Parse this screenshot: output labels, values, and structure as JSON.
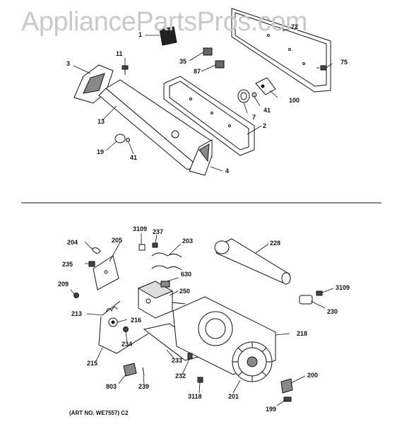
{
  "watermark": "AppliancePartsPros.com",
  "art_number": "(ART NO. WE7557)  C2",
  "callouts": {
    "c1": "1",
    "c72": "72",
    "c11": "11",
    "c35": "35",
    "c3": "3",
    "c75": "75",
    "c87": "87",
    "c100": "100",
    "c7": "7",
    "c41a": "41",
    "c13": "13",
    "c2": "2",
    "c19": "19",
    "c41b": "41",
    "c4": "4",
    "c3109a": "3109",
    "c237": "237",
    "c203": "203",
    "c228": "228",
    "c204": "204",
    "c205": "205",
    "c235": "235",
    "c630": "630",
    "c209": "209",
    "c250": "250",
    "c3109b": "3109",
    "c230": "230",
    "c213": "213",
    "c216": "216",
    "c218": "218",
    "c234": "234",
    "c215": "215",
    "c233": "233",
    "c200": "200",
    "c232": "232",
    "c803": "803",
    "c239": "239",
    "c3118": "3118",
    "c201": "201",
    "c199": "199"
  }
}
